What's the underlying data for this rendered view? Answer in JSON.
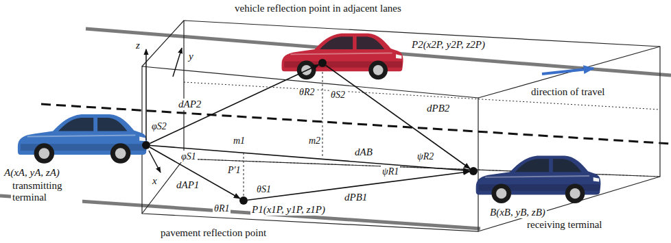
{
  "diagram": {
    "nodes": [
      {
        "text": [
          "A(xA, yA, zA)",
          "transmitting terminal"
        ]
      },
      {
        "text": [
          "P2(x2P, y2P, z2P)"
        ]
      },
      {
        "text": [
          "P1(x1P, y1P, z1P)",
          "pavement reflection point"
        ]
      },
      {
        "text": [
          "B(xB, yB, zB)",
          "receiving terminal"
        ]
      }
    ],
    "edges": [
      {
        "from": 0,
        "to": 1,
        "label": "dAP2",
        "arrow": "to"
      },
      {
        "from": 1,
        "to": 3,
        "label": "dPB2",
        "arrow": "to"
      },
      {
        "from": 0,
        "to": 2,
        "label": "dAP1",
        "arrow": "to"
      },
      {
        "from": 2,
        "to": 3,
        "label": "dPB1",
        "arrow": "to"
      },
      {
        "from": 0,
        "to": 3,
        "label": "dAB",
        "arrow": "to"
      }
    ],
    "labels": [
      "vehicle reflection point in adjacent lanes",
      "direction of travel",
      "z",
      "y",
      "x",
      "φS2",
      "φS1",
      "θR2",
      "θS2",
      "m1",
      "m2",
      "P′1",
      "ψR2",
      "ψR1",
      "θR1",
      "θS1"
    ]
  }
}
